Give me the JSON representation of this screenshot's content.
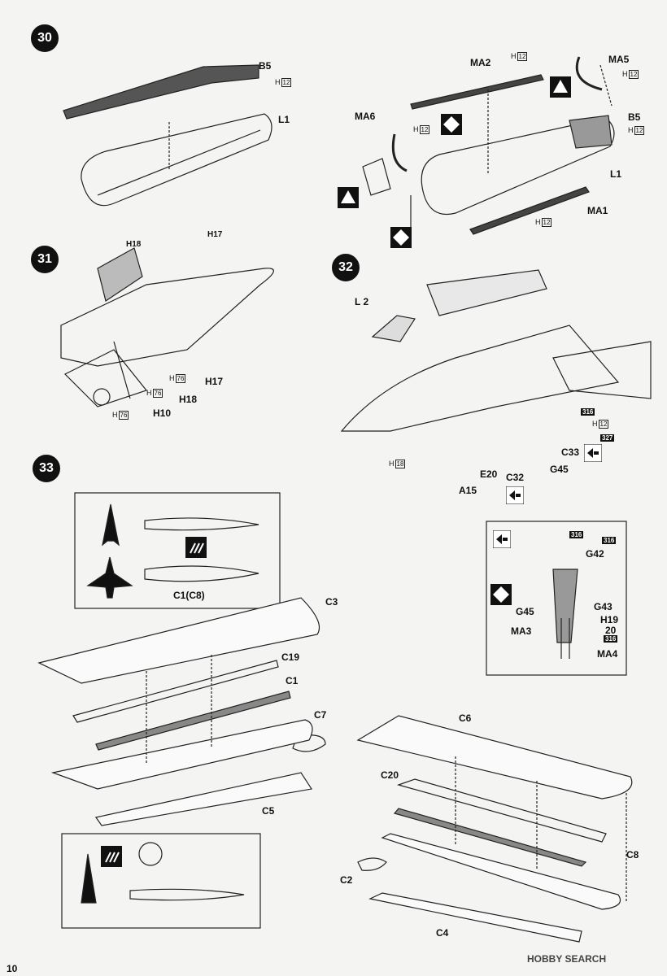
{
  "page_number": "10",
  "watermark": "HOBBY SEARCH",
  "steps": {
    "s30": "30",
    "s31": "31",
    "s32": "32",
    "s33": "33"
  },
  "labels": {
    "b5": "B5",
    "l1": "L1",
    "ma2": "MA2",
    "ma5": "MA5",
    "ma6": "MA6",
    "b5b": "B5",
    "l1b": "L1",
    "ma1": "MA1",
    "h18": "H18",
    "h17": "H17",
    "h17b": "H17",
    "h18b": "H18",
    "h10": "H10",
    "l2": "L 2",
    "c33": "C33",
    "g45": "G45",
    "c32": "C32",
    "e20": "E20",
    "a15": "A15",
    "g42": "G42",
    "g43": "G43",
    "g45b": "G45",
    "ma3": "MA3",
    "ma4": "MA4",
    "h19": "H19",
    "twenty": "20",
    "c3": "C3",
    "c19": "C19",
    "c1": "C1",
    "c1c8": "C1(C8)",
    "c7": "C7",
    "c5": "C5",
    "c6": "C6",
    "c20": "C20",
    "c8": "C8",
    "c2": "C2",
    "c4": "C4"
  },
  "h_refs": {
    "h12a": "12",
    "h12b": "12",
    "h12c": "12",
    "h12d": "12",
    "h12e": "12",
    "h12f": "12",
    "h12g": "12",
    "h76a": "76",
    "h76b": "76",
    "h76c": "76",
    "h18c": "18"
  },
  "h_prefix": "H",
  "badges": {
    "b316a": "316",
    "b327": "327",
    "b316b": "316",
    "b316c": "316",
    "b316d": "316"
  }
}
